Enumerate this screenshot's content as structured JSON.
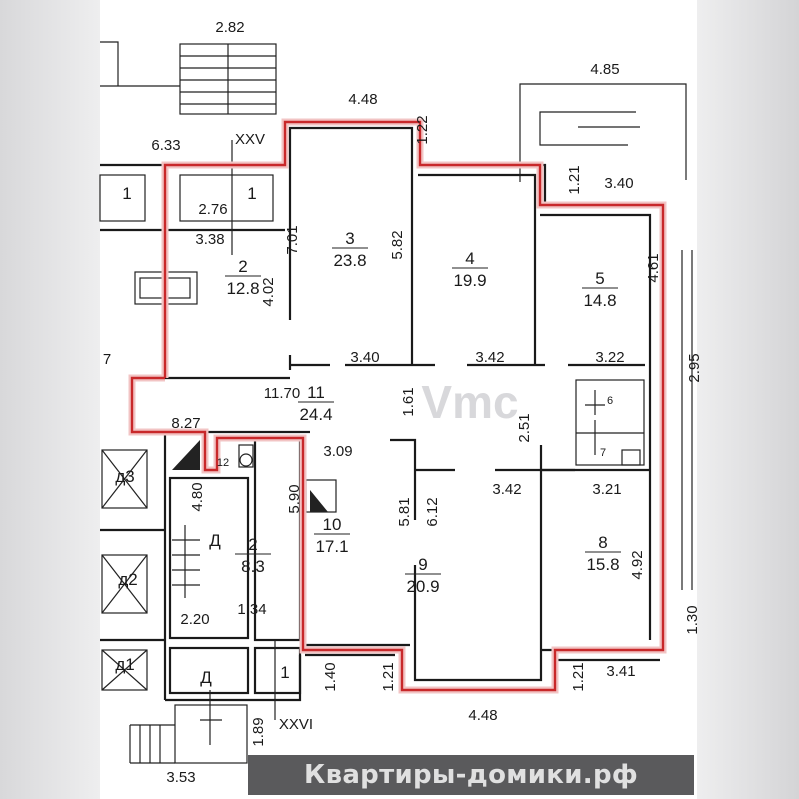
{
  "plan": {
    "dimensions": [
      "2.82",
      "4.85",
      "4.48",
      "1.22",
      "6.33",
      "2.76",
      "3.38",
      "1.21",
      "3.40",
      "7.01",
      "5.82",
      "4.02",
      "4.61",
      "3.40",
      "3.42",
      "3.22",
      "11.70",
      "1.61",
      "2.51",
      "8.27",
      "3.09",
      "4.80",
      "5.90",
      "5.81",
      "6.12",
      "3.42",
      "3.21",
      "4.92",
      "2.20",
      "1.34",
      "1.30",
      "1.40",
      "1.21",
      "1.21",
      "3.41",
      "4.48",
      "1.89",
      "3.53",
      "2.95",
      "7"
    ],
    "rooms": [
      {
        "number": "3",
        "area": "23.8"
      },
      {
        "number": "4",
        "area": "19.9"
      },
      {
        "number": "2",
        "area": "12.8"
      },
      {
        "number": "5",
        "area": "14.8"
      },
      {
        "number": "11",
        "area": "24.4"
      },
      {
        "number": "10",
        "area": "17.1"
      },
      {
        "number": "9",
        "area": "20.9"
      },
      {
        "number": "8",
        "area": "15.8"
      },
      {
        "number": "2",
        "area": "8.3"
      }
    ],
    "labels": [
      "1",
      "1",
      "6",
      "7",
      "12",
      "д3",
      "д2",
      "д1",
      "Д",
      "Д",
      "1",
      "XXV",
      "XXVI"
    ],
    "watermark_center": "Vmc",
    "outline_color": "#c8282a"
  },
  "banner": {
    "text": "Квартиры-домики.рф"
  }
}
